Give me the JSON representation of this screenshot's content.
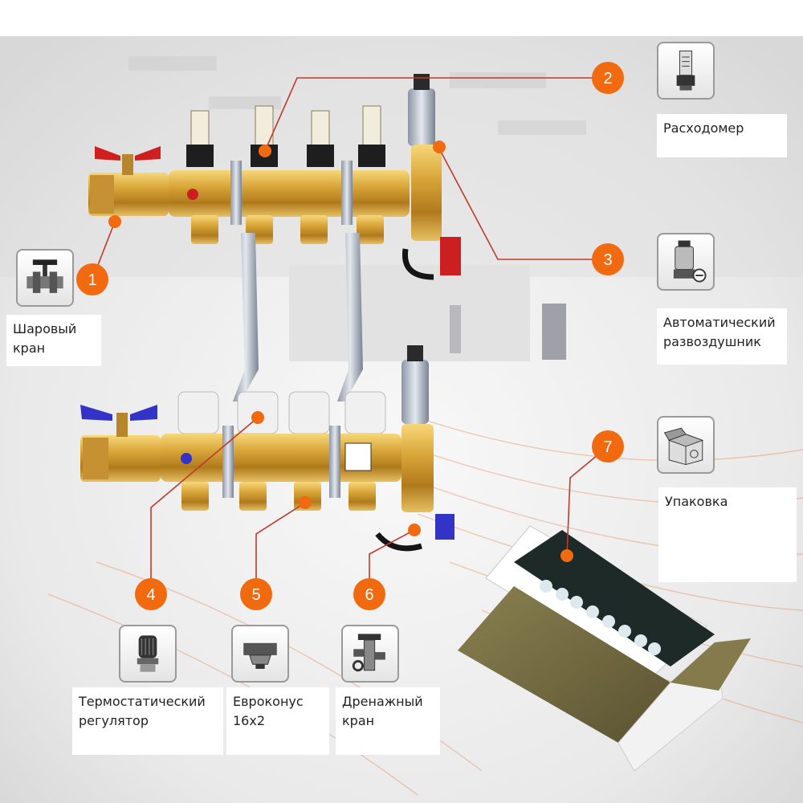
{
  "badges": [
    "1",
    "2",
    "3",
    "4",
    "5",
    "6",
    "7"
  ],
  "labels": {
    "ball_valve": [
      "Шаровый",
      "кран"
    ],
    "flow_meter": [
      "Расходомер"
    ],
    "air_vent": [
      "Автоматический",
      "развоздушник"
    ],
    "packaging": [
      "Упаковка"
    ],
    "thermo_regulator": [
      "Термостатический",
      "регулятор"
    ],
    "euroconus": [
      "Евроконус",
      "16x2"
    ],
    "drain_valve": [
      "Дренажный",
      "кран"
    ]
  },
  "icons": {
    "ball_valve": "ball-valve-icon",
    "flow_meter": "flow-meter-icon",
    "air_vent": "air-vent-icon",
    "packaging": "box-icon",
    "thermo_regulator": "thermostatic-head-icon",
    "euroconus": "euroconus-fitting-icon",
    "drain_valve": "drain-valve-icon"
  },
  "colors": {
    "badge": "#f26a10",
    "leader_line": "#c0392b",
    "brass": "#c9962e",
    "red_handle": "#d01f1f",
    "blue_handle": "#3433c7"
  }
}
